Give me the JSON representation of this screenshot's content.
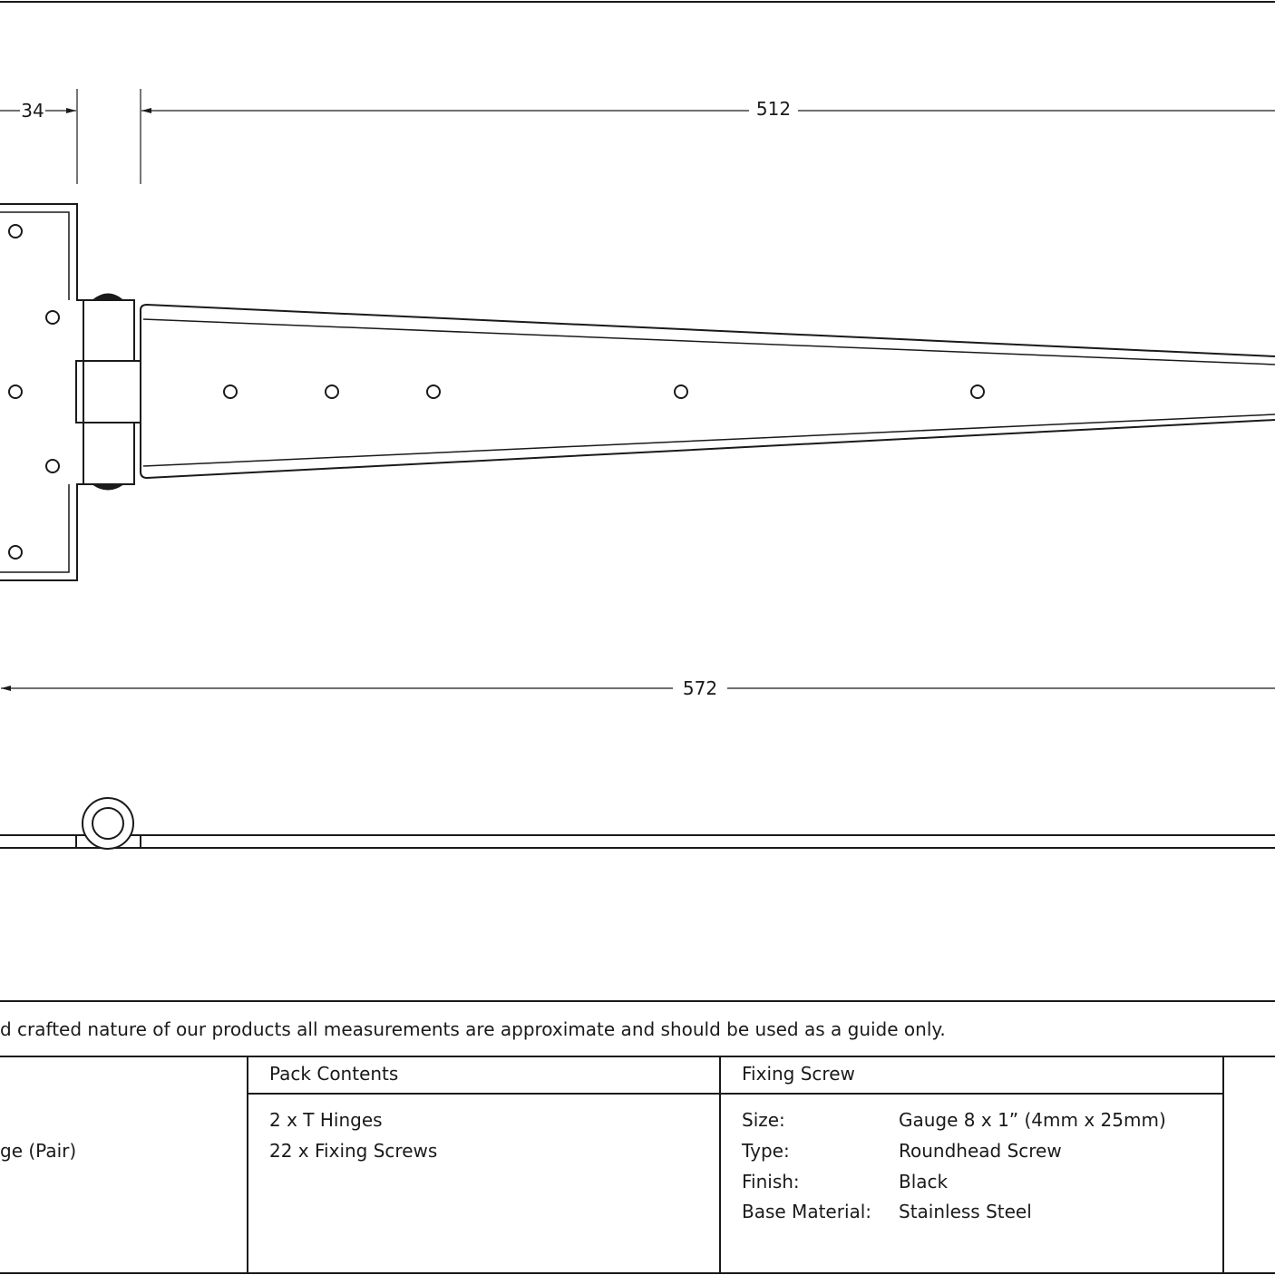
{
  "dimensions": {
    "knuckle_offset": "34",
    "strap_length": "512",
    "overall_length": "572"
  },
  "disclaimer": "d crafted nature of our products all measurements are approximate and should be used as a guide only.",
  "table": {
    "product_fragment": "ge (Pair)",
    "pack_contents": {
      "header": "Pack Contents",
      "items": [
        "2 x T Hinges",
        "22 x Fixing Screws"
      ]
    },
    "fixing_screw": {
      "header": "Fixing Screw",
      "rows": [
        {
          "label": "Size:",
          "value": "Gauge 8 x 1” (4mm x 25mm)"
        },
        {
          "label": "Type:",
          "value": "Roundhead Screw"
        },
        {
          "label": "Finish:",
          "value": "Black"
        },
        {
          "label": "Base Material:",
          "value": "Stainless Steel"
        }
      ]
    }
  }
}
